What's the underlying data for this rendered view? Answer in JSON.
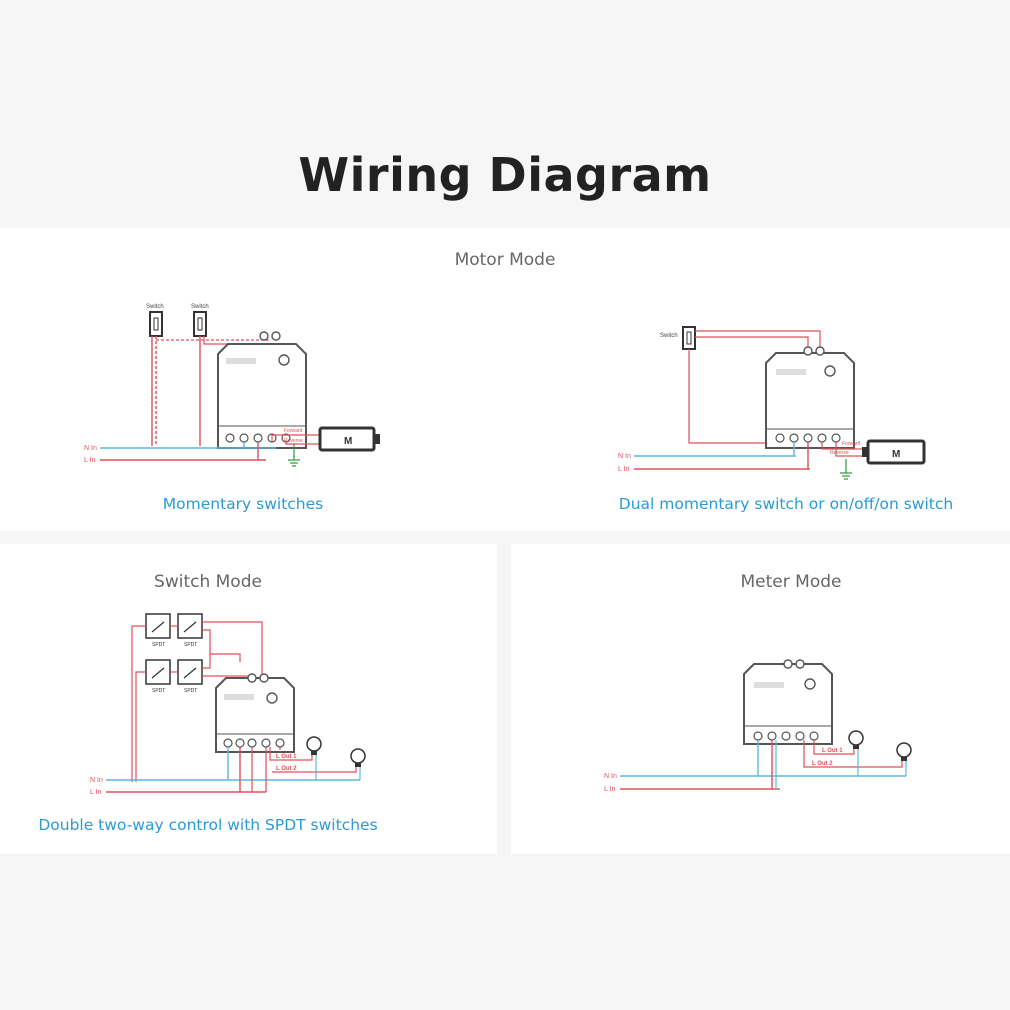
{
  "title": "Wiring Diagram",
  "colors": {
    "neutral": "#5ab8de",
    "live": "#e0505a",
    "caption": "#2b9ad6",
    "device": "#555555"
  },
  "motor": {
    "title": "Motor Mode",
    "left": {
      "caption": "Momentary switches",
      "switch_labels": [
        "Switch",
        "Switch"
      ],
      "n_label": "N In",
      "l_label": "L In",
      "forward": "Forward",
      "reverse": "Reverse",
      "motor": "M"
    },
    "right": {
      "caption": "Dual momentary switch or on/off/on switch",
      "switch_label": "Switch",
      "n_label": "N In",
      "l_label": "L In",
      "forward": "Forward",
      "reverse": "Reverse",
      "motor": "M"
    }
  },
  "switch": {
    "title": "Switch Mode",
    "caption": "Double two-way control with SPDT switches",
    "spdt_label": "SPDT",
    "n_label": "N In",
    "l_label": "L In",
    "out1": "L Out 1",
    "out2": "L Out 2"
  },
  "meter": {
    "title": "Meter Mode",
    "n_label": "N In",
    "l_label": "L In",
    "out1": "L Out 1",
    "out2": "L Out 2"
  }
}
